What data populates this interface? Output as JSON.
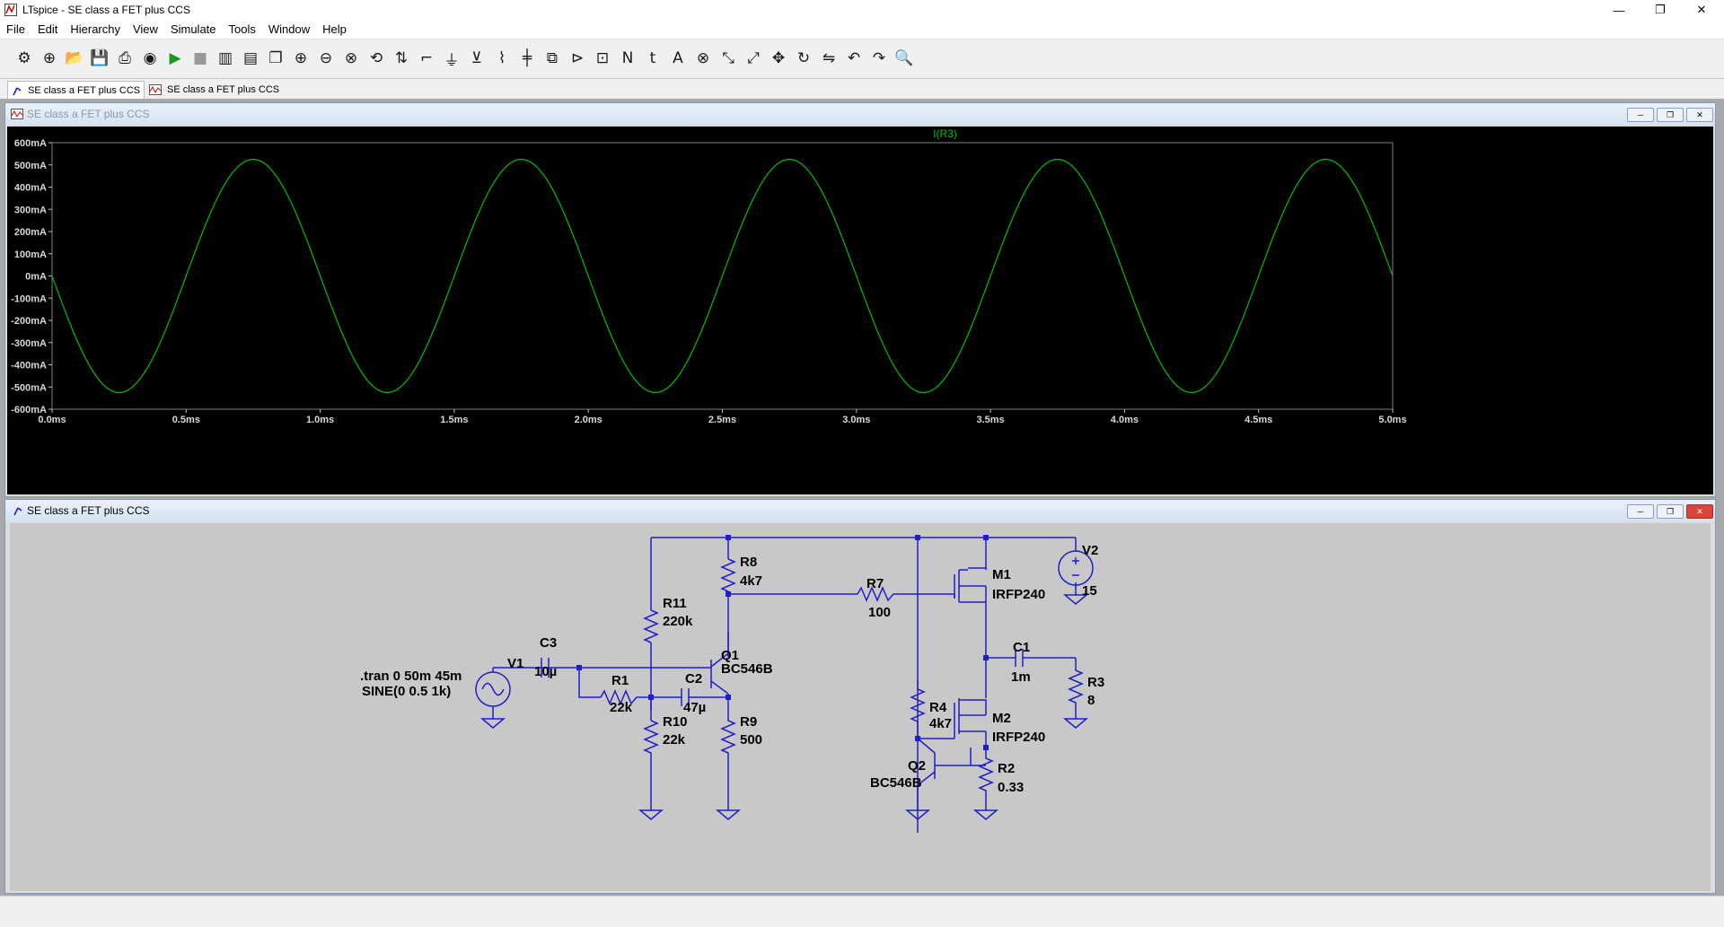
{
  "window": {
    "title": "LTspice - SE class a FET plus CCS"
  },
  "menu": [
    "File",
    "Edit",
    "Hierarchy",
    "View",
    "Simulate",
    "Tools",
    "Window",
    "Help"
  ],
  "toolbar": [
    "settings-icon",
    "open-schematic-icon",
    "open-folder-icon",
    "save-icon",
    "print-icon",
    "control-panel-icon",
    "run-icon",
    "halt-icon",
    "tile-vertical-icon",
    "tile-horizontal-icon",
    "cascade-icon",
    "zoom-in-icon",
    "zoom-out-icon",
    "zoom-fit-icon",
    "zoom-back-icon",
    "autorange-icon",
    "wire-icon",
    "ground-icon",
    "label-net-icon",
    "resistor-icon",
    "capacitor-icon",
    "inductor-icon",
    "diode-icon",
    "component-icon",
    "net-name-icon",
    "text-icon",
    "spice-directive-icon",
    "delete-icon",
    "duplicate-icon",
    "move-icon",
    "drag-icon",
    "rotate-icon",
    "mirror-icon",
    "undo-icon",
    "redo-icon",
    "find-icon"
  ],
  "tabs": [
    {
      "label": "SE class a FET plus CCS",
      "icon": "schematic-icon"
    },
    {
      "label": "SE class a FET plus CCS",
      "icon": "waveform-icon"
    }
  ],
  "waveform_window": {
    "title": "SE class a FET plus CCS"
  },
  "schematic_window": {
    "title": "SE class a FET plus CCS"
  },
  "colors": {
    "trace": "#00c000",
    "wire": "#1f1fc8",
    "plot_bg": "#000000",
    "schematic_bg": "#c8c8c8"
  },
  "chart_data": {
    "type": "line",
    "title": "",
    "series": [
      {
        "name": "I(R3)",
        "color": "#00c000",
        "waveform": "sine",
        "amplitude_mA": 525,
        "frequency_kHz": 1,
        "start_value_mA": 0,
        "initial_direction": "down"
      }
    ],
    "xlabel": "",
    "ylabel": "",
    "xlim": [
      0,
      5.0
    ],
    "ylim": [
      -600,
      600
    ],
    "xticks": [
      "0.0ms",
      "0.5ms",
      "1.0ms",
      "1.5ms",
      "2.0ms",
      "2.5ms",
      "3.0ms",
      "3.5ms",
      "4.0ms",
      "4.5ms",
      "5.0ms"
    ],
    "yticks": [
      "600mA",
      "500mA",
      "400mA",
      "300mA",
      "200mA",
      "100mA",
      "0mA",
      "-100mA",
      "-200mA",
      "-300mA",
      "-400mA",
      "-500mA",
      "-600mA"
    ],
    "grid": false
  },
  "schematic": {
    "components": {
      "v1": {
        "name": "V1"
      },
      "v2": {
        "name": "V2",
        "value": "15"
      },
      "c3": {
        "name": "C3",
        "value": "10µ"
      },
      "r1": {
        "name": "R1",
        "value": "22k"
      },
      "c2": {
        "name": "C2",
        "value": "47µ"
      },
      "r11": {
        "name": "R11",
        "value": "220k"
      },
      "r10": {
        "name": "R10",
        "value": "22k"
      },
      "r8": {
        "name": "R8",
        "value": "4k7"
      },
      "r9": {
        "name": "R9",
        "value": "500"
      },
      "q1": {
        "name": "Q1",
        "value": "BC546B"
      },
      "r7": {
        "name": "R7",
        "value": "100"
      },
      "m1": {
        "name": "M1",
        "value": "IRFP240"
      },
      "m2": {
        "name": "M2",
        "value": "IRFP240"
      },
      "c1": {
        "name": "C1",
        "value": "1m"
      },
      "r3": {
        "name": "R3",
        "value": "8"
      },
      "r4": {
        "name": "R4",
        "value": "4k7"
      },
      "q2": {
        "name": "Q2",
        "value": "BC546B"
      },
      "r2": {
        "name": "R2",
        "value": "0.33"
      }
    },
    "directives": [
      ".tran 0 50m 45m",
      "SINE(0 0.5 1k)"
    ]
  }
}
